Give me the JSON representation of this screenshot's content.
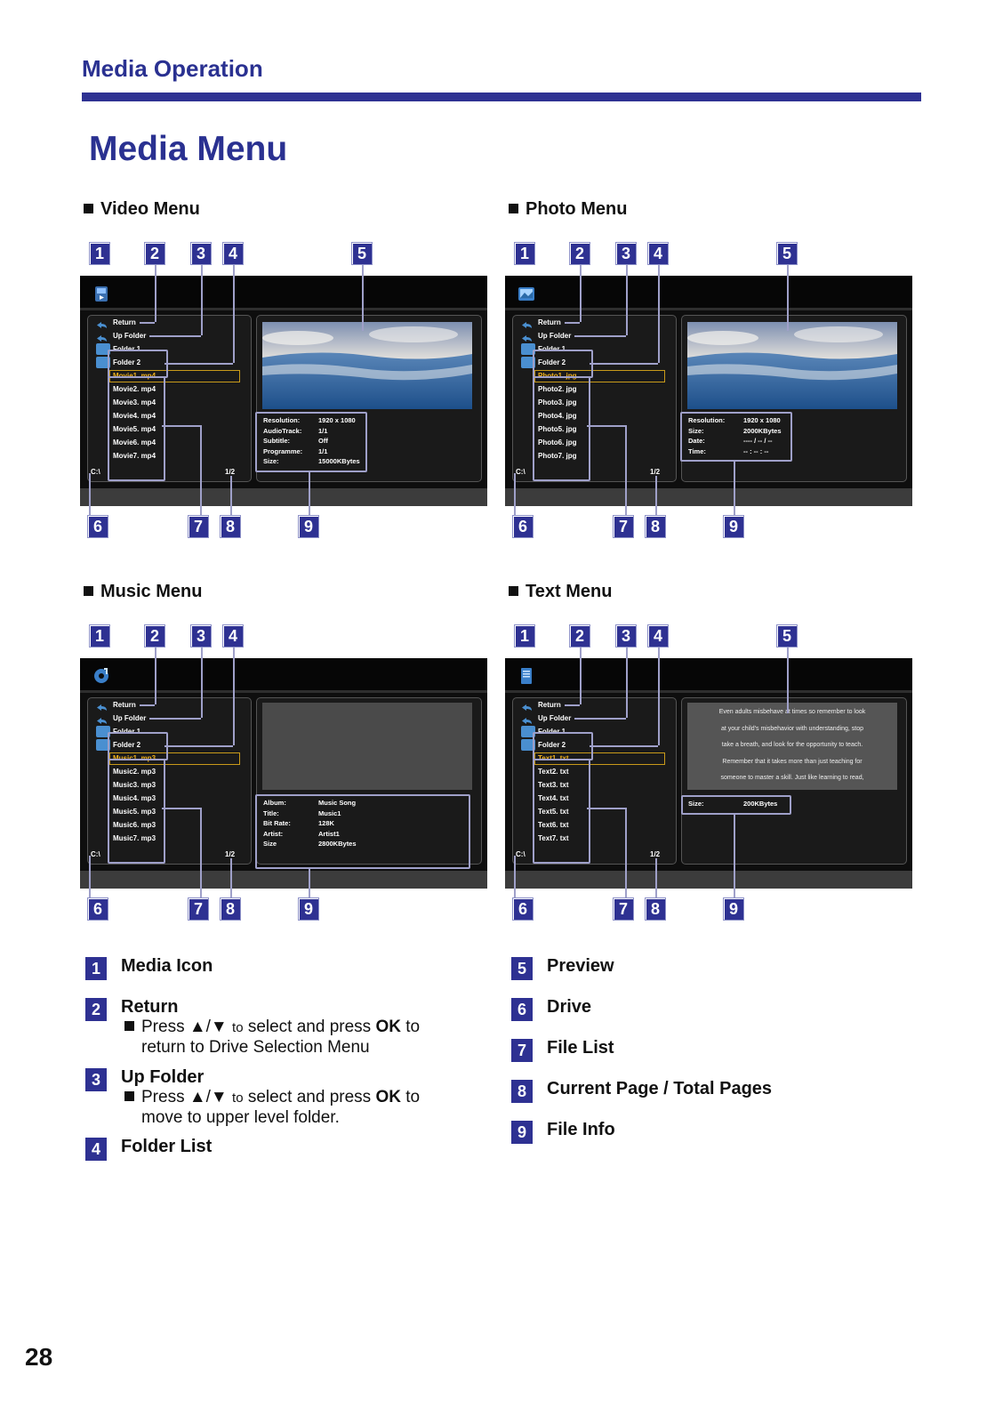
{
  "header": {
    "section": "Media Operation",
    "title": "Media Menu"
  },
  "menus": [
    {
      "name": "Video Menu",
      "items": [
        "Return",
        "Up Folder",
        "Folder 1",
        "Folder 2",
        "Movie1. mp4",
        "Movie2. mp4",
        "Movie3. mp4",
        "Movie4. mp4",
        "Movie5. mp4",
        "Movie6. mp4",
        "Movie7. mp4"
      ],
      "selected": 4,
      "drive": "C:\\",
      "pages": "1/2",
      "preview": "image",
      "info": [
        [
          "Resolution:",
          "1920 x 1080"
        ],
        [
          "AudioTrack:",
          "1/1"
        ],
        [
          "Subtitle:",
          "Off"
        ],
        [
          "Programme:",
          "1/1"
        ],
        [
          "Size:",
          "15000KBytes"
        ]
      ]
    },
    {
      "name": "Photo Menu",
      "items": [
        "Return",
        "Up Folder",
        "Folder 1",
        "Folder 2",
        "Photo1. jpg",
        "Photo2. jpg",
        "Photo3. jpg",
        "Photo4. jpg",
        "Photo5. jpg",
        "Photo6. jpg",
        "Photo7. jpg"
      ],
      "selected": 4,
      "drive": "C:\\",
      "pages": "1/2",
      "preview": "image",
      "info": [
        [
          "Resolution:",
          "1920 x 1080"
        ],
        [
          "Size:",
          "2000KBytes"
        ],
        [
          "Date:",
          "---- / -- / --"
        ],
        [
          "Time:",
          "-- : -- : --"
        ]
      ]
    },
    {
      "name": "Music Menu",
      "items": [
        "Return",
        "Up Folder",
        "Folder 1",
        "Folder 2",
        "Music1. mp3",
        "Music2. mp3",
        "Music3. mp3",
        "Music4. mp3",
        "Music5. mp3",
        "Music6. mp3",
        "Music7. mp3"
      ],
      "selected": 4,
      "drive": "C:\\",
      "pages": "1/2",
      "preview": "blank",
      "info": [
        [
          "Album:",
          "Music Song"
        ],
        [
          "Title:",
          "Music1"
        ],
        [
          "Bit Rate:",
          "128K"
        ],
        [
          "Artist:",
          "Artist1"
        ],
        [
          "Size",
          "2800KBytes"
        ]
      ]
    },
    {
      "name": "Text Menu",
      "items": [
        "Return",
        "Up Folder",
        "Folder 1",
        "Folder 2",
        "Text1. txt",
        "Text2. txt",
        "Text3. txt",
        "Text4. txt",
        "Text5. txt",
        "Text6. txt",
        "Text7. txt"
      ],
      "selected": 4,
      "drive": "C:\\",
      "pages": "1/2",
      "preview": "text",
      "preview_text": [
        "Even adults misbehave at times so remember to look",
        "at your child's misbehavior with understanding, stop",
        "take a breath, and look for the opportunity to teach.",
        "Remember that it takes more than just teaching for",
        "someone to master a skill. Just like learning to read,"
      ],
      "info": [
        [
          "Size:",
          "200KBytes"
        ]
      ]
    }
  ],
  "callouts": [
    "1",
    "2",
    "3",
    "4",
    "5",
    "6",
    "7",
    "8",
    "9"
  ],
  "legend": [
    {
      "num": "1",
      "title": "Media Icon"
    },
    {
      "num": "2",
      "title": "Return",
      "desc_pre": "Press ▲/▼",
      "desc_small": "to",
      "desc_mid": "select and press",
      "desc_bold": "OK",
      "desc_post": "to",
      "desc_line2": "return to Drive Selection Menu"
    },
    {
      "num": "3",
      "title": "Up Folder",
      "desc_pre": "Press ▲/▼",
      "desc_small": "to",
      "desc_mid": "select and press",
      "desc_bold": "OK",
      "desc_post": "to",
      "desc_line2": "move to upper level folder."
    },
    {
      "num": "4",
      "title": "Folder List"
    },
    {
      "num": "5",
      "title": "Preview"
    },
    {
      "num": "6",
      "title": "Drive"
    },
    {
      "num": "7",
      "title": "File List"
    },
    {
      "num": "8",
      "title": "Current Page / Total Pages"
    },
    {
      "num": "9",
      "title": "File Info"
    }
  ],
  "page_number": "28",
  "colors": {
    "accent": "#2e3192",
    "highlight": "#f2b21c",
    "callout_line": "#9fa0c9"
  }
}
